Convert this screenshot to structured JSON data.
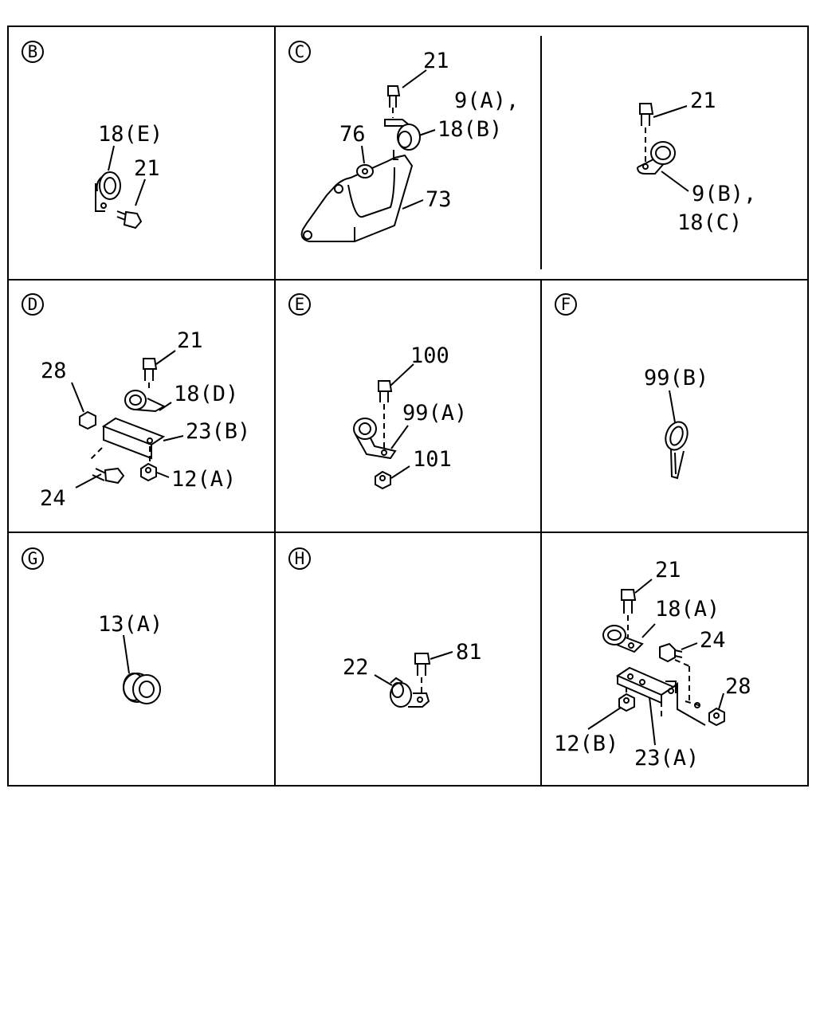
{
  "panels": {
    "b": {
      "letter": "B",
      "callouts": [
        "18(E)",
        "21"
      ]
    },
    "c": {
      "letter": "C",
      "callouts": [
        "21",
        "9(A),",
        "18(B)",
        "76",
        "73"
      ]
    },
    "c2": {
      "callouts": [
        "21",
        "9(B),",
        "18(C)"
      ]
    },
    "d": {
      "letter": "D",
      "callouts": [
        "21",
        "28",
        "18(D)",
        "23(B)",
        "12(A)",
        "24"
      ]
    },
    "e": {
      "letter": "E",
      "callouts": [
        "100",
        "99(A)",
        "101"
      ]
    },
    "f": {
      "letter": "F",
      "callouts": [
        "99(B)"
      ]
    },
    "g": {
      "letter": "G",
      "callouts": [
        "13(A)"
      ]
    },
    "h": {
      "letter": "H",
      "callouts": [
        "22",
        "81"
      ]
    },
    "i": {
      "callouts": [
        "21",
        "18(A)",
        "24",
        "28",
        "12(B)",
        "23(A)"
      ]
    }
  }
}
